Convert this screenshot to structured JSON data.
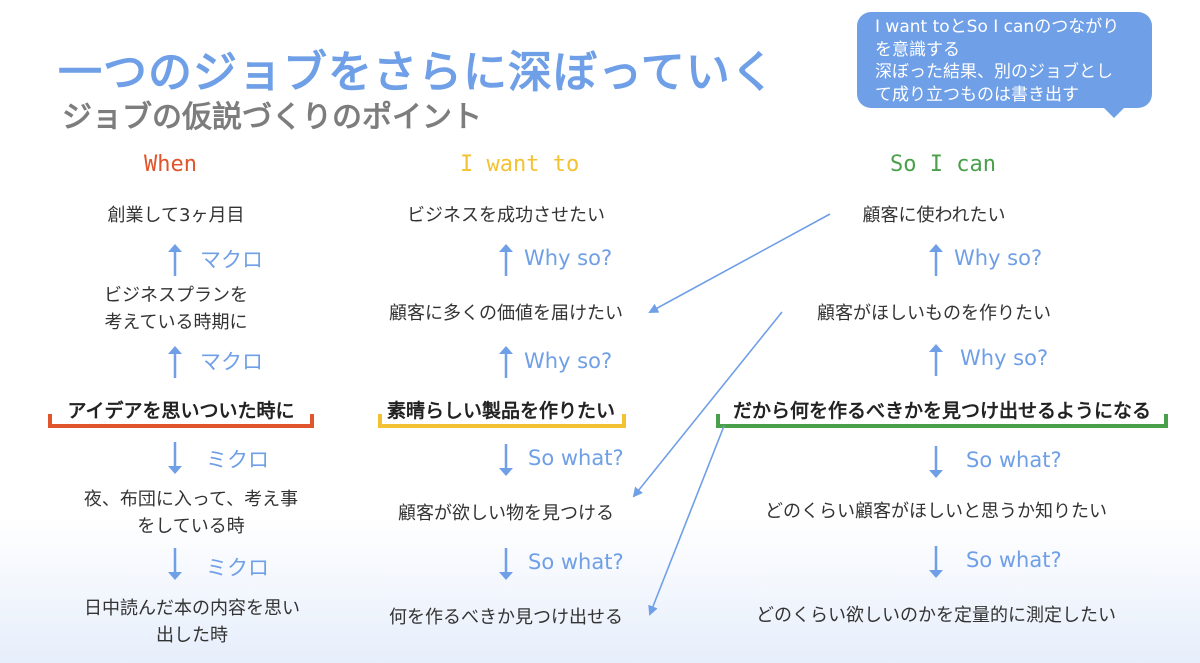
{
  "title": "一つのジョブをさらに深ぼっていく",
  "subtitle": "ジョブの仮説づくりのポイント",
  "note": {
    "lines": [
      "I want toとSo I canのつながり",
      "を意識する",
      "深ぼった結果、別のジョブとし",
      "て成り立つものは書き出す"
    ]
  },
  "colors": {
    "accent": "#6f9fe6",
    "when": "#e0552b",
    "iwantto": "#f2c233",
    "soican": "#4aa04a"
  },
  "columns": {
    "when": {
      "header": "When",
      "items": [
        {
          "lines": [
            "創業して3ヶ月目"
          ]
        },
        {
          "lines": [
            "ビジネスプランを",
            "考えている時期に"
          ]
        },
        {
          "lines": [
            "アイデアを思いついた時に"
          ]
        },
        {
          "lines": [
            "夜、布団に入って、考え事",
            "をしている時"
          ]
        },
        {
          "lines": [
            "日中読んだ本の内容を思い",
            "出した時"
          ]
        }
      ],
      "labels": [
        "マクロ",
        "マクロ",
        "ミクロ",
        "ミクロ"
      ]
    },
    "iwantto": {
      "header": "I want to",
      "items": [
        {
          "lines": [
            "ビジネスを成功させたい"
          ]
        },
        {
          "lines": [
            "顧客に多くの価値を届けたい"
          ]
        },
        {
          "lines": [
            "素晴らしい製品を作りたい"
          ]
        },
        {
          "lines": [
            "顧客が欲しい物を見つける"
          ]
        },
        {
          "lines": [
            "何を作るべきか見つけ出せる"
          ]
        }
      ],
      "labels": [
        "Why so?",
        "Why so?",
        "So what?",
        "So what?"
      ]
    },
    "soican": {
      "header": "So I can",
      "items": [
        {
          "lines": [
            "顧客に使われたい"
          ]
        },
        {
          "lines": [
            "顧客がほしいものを作りたい"
          ]
        },
        {
          "lines": [
            "だから何を作るべきかを見つけ出せるようになる"
          ]
        },
        {
          "lines": [
            "どのくらい顧客がほしいと思うか知りたい"
          ]
        },
        {
          "lines": [
            "どのくらい欲しいのかを定量的に測定したい"
          ]
        }
      ],
      "labels": [
        "Why so?",
        "Why so?",
        "So what?",
        "So what?"
      ]
    }
  }
}
